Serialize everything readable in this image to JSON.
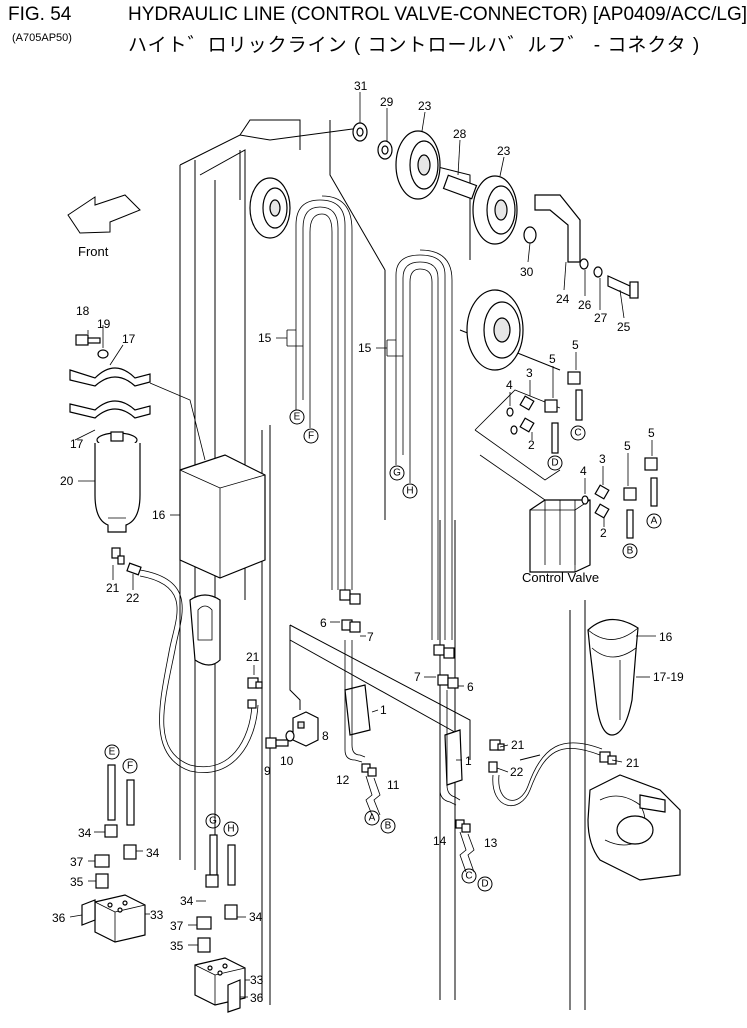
{
  "header": {
    "fig_no": "FIG. 54",
    "code": "(A705AP50)",
    "title": "HYDRAULIC LINE (CONTROL VALVE-CONNECTOR) [AP0409/ACC/LG]",
    "title_jp": "ハイト゛ロリックライン ( コントロールハ゛ルフ゛ - コネクタ )"
  },
  "labels": {
    "front": "Front",
    "control_valve": "Control Valve"
  },
  "parts": {
    "p31": "31",
    "p29": "29",
    "p23a": "23",
    "p28": "28",
    "p23b": "23",
    "p30": "30",
    "p24": "24",
    "p26": "26",
    "p27": "27",
    "p25": "25",
    "p18": "18",
    "p19": "19",
    "p17a": "17",
    "p17b": "17",
    "p20": "20",
    "p16a": "16",
    "p21a": "21",
    "p22a": "22",
    "p15a": "15",
    "p15b": "15",
    "p4a": "4",
    "p3a": "3",
    "p5a": "5",
    "p5b": "5",
    "p2a": "2",
    "p4b": "4",
    "p3b": "3",
    "p5c": "5",
    "p5d": "5",
    "p2b": "2",
    "p6a": "6",
    "p7a": "7",
    "p21b": "21",
    "p1a": "1",
    "p8": "8",
    "p9": "9",
    "p10": "10",
    "p12": "12",
    "p11": "11",
    "p7b": "7",
    "p6b": "6",
    "p1b": "1",
    "p21c": "21",
    "p22b": "22",
    "p14": "14",
    "p13": "13",
    "p16b": "16",
    "p1719": "17-19",
    "p21d": "21",
    "p34a": "34",
    "p34b": "34",
    "p37a": "37",
    "p35a": "35",
    "p36a": "36",
    "p33a": "33",
    "p34c": "34",
    "p34d": "34",
    "p37b": "37",
    "p35b": "35",
    "p33b": "33",
    "p36b": "36"
  },
  "callouts": {
    "E1": "E",
    "F1": "F",
    "G1": "G",
    "H1": "H",
    "C1": "C",
    "D1": "D",
    "A1": "A",
    "B1": "B",
    "A2": "A",
    "B2": "B",
    "C2": "C",
    "D2": "D",
    "E2": "E",
    "F2": "F",
    "G2": "G",
    "H2": "H"
  }
}
